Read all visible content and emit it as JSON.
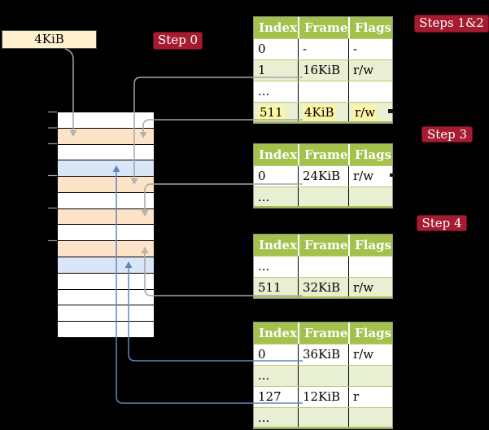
{
  "frame_size_label": "4KiB",
  "badges": {
    "step0": "Step 0",
    "steps12": "Steps 1&2",
    "step3": "Step 3",
    "step4": "Step 4"
  },
  "table_headers": [
    "Index",
    "Frame",
    "Flags"
  ],
  "tables": {
    "t1": {
      "rows": [
        {
          "index": "0",
          "frame": "-",
          "flags": "-"
        },
        {
          "index": "1",
          "frame": "16KiB",
          "flags": "r/w"
        },
        {
          "index": "...",
          "frame": "",
          "flags": ""
        },
        {
          "index": "511",
          "frame": "4KiB",
          "flags": "r/w",
          "highlighted": true
        }
      ]
    },
    "t2": {
      "rows": [
        {
          "index": "0",
          "frame": "24KiB",
          "flags": "r/w"
        },
        {
          "index": "...",
          "frame": "",
          "flags": ""
        }
      ]
    },
    "t3": {
      "rows": [
        {
          "index": "...",
          "frame": "",
          "flags": ""
        },
        {
          "index": "511",
          "frame": "32KiB",
          "flags": "r/w"
        }
      ]
    },
    "t4": {
      "rows": [
        {
          "index": "0",
          "frame": "36KiB",
          "flags": "r/w"
        },
        {
          "index": "...",
          "frame": "",
          "flags": ""
        },
        {
          "index": "127",
          "frame": "12KiB",
          "flags": "r"
        },
        {
          "index": "...",
          "frame": "",
          "flags": ""
        }
      ]
    }
  },
  "memory_column": {
    "rows": [
      {
        "kind": "free"
      },
      {
        "kind": "page-table"
      },
      {
        "kind": "free"
      },
      {
        "kind": "mapped"
      },
      {
        "kind": "page-table"
      },
      {
        "kind": "free"
      },
      {
        "kind": "page-table"
      },
      {
        "kind": "free"
      },
      {
        "kind": "page-table"
      },
      {
        "kind": "mapped"
      },
      {
        "kind": "free"
      },
      {
        "kind": "free"
      },
      {
        "kind": "free"
      },
      {
        "kind": "free"
      }
    ]
  },
  "connections": [
    {
      "from": "4KiB-label",
      "to": "memory-row-2",
      "color": "gray"
    },
    {
      "from": "t1-frame-16KiB",
      "to": "memory-row-5",
      "color": "gray"
    },
    {
      "from": "t1-frame-4KiB",
      "to": "memory-row-2",
      "color": "gray"
    },
    {
      "from": "t2-frame-24KiB",
      "to": "memory-row-7",
      "color": "gray"
    },
    {
      "from": "t3-frame-32KiB",
      "to": "memory-row-9",
      "color": "gray"
    },
    {
      "from": "t4-frame-36KiB",
      "to": "memory-row-10",
      "color": "blue"
    },
    {
      "from": "t4-frame-12KiB",
      "to": "memory-row-4",
      "color": "blue"
    }
  ],
  "colors": {
    "background": "#000000",
    "table_header_green": "#a4c14b",
    "table_row_green": "#e9efd3",
    "memory_page_table_orange": "#fde3c8",
    "memory_mapped_blue": "#d9e6f7",
    "badge_red": "#a51c30",
    "highlight_yellow": "#fcf6a4",
    "label_box_cream": "#fdf1cf",
    "gray_arrow": "#a6a6a6",
    "blue_arrow": "#6285b8"
  }
}
